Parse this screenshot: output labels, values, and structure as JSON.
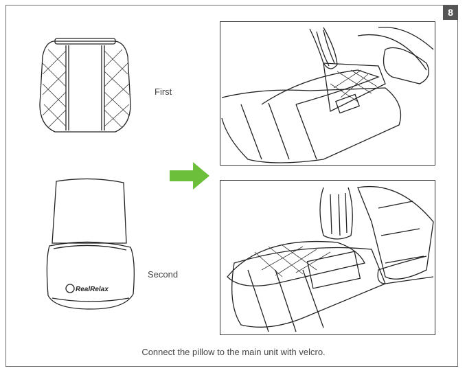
{
  "page": {
    "number": "8"
  },
  "labels": {
    "first": "First",
    "second": "Second"
  },
  "caption": "Connect the pillow to the main unit with velcro.",
  "pillow_back": {
    "brand_logo": "RealRelax"
  },
  "icons": {
    "arrow": "right-arrow-icon"
  },
  "colors": {
    "arrow": "#6cbf3a",
    "badge": "#555555"
  }
}
